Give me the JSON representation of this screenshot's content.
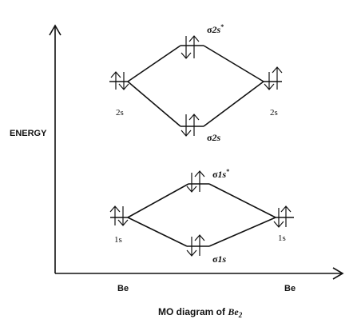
{
  "diagram": {
    "y_axis_label": "ENERGY",
    "x_labels": {
      "left": "Be",
      "right": "Be"
    },
    "caption": {
      "prefix": "MO diagram of ",
      "molecule": "Be",
      "subscript": "2"
    },
    "atomic_orbitals": {
      "upper_left": "2s",
      "upper_right": "2s",
      "lower_left": "1s",
      "lower_right": "1s"
    },
    "molecular_orbitals": {
      "sigma2s_star": {
        "symbol": "σ",
        "sub": "2s",
        "mark": "*"
      },
      "sigma2s": {
        "symbol": "σ",
        "sub": "2s"
      },
      "sigma1s_star": {
        "symbol": "σ",
        "sub": "1s",
        "mark": "*"
      },
      "sigma1s": {
        "symbol": "σ",
        "sub": "1s"
      }
    }
  }
}
